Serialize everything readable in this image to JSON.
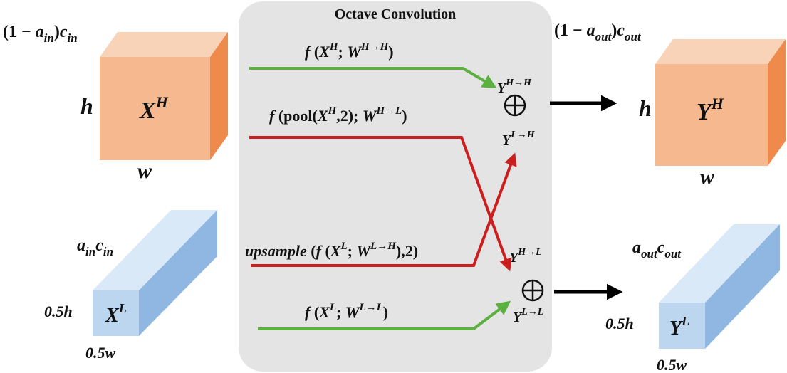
{
  "title": "Octave Convolution",
  "colors": {
    "panel": "#e4e4e4",
    "high_front": "#f6b98f",
    "high_top": "#f8d3b8",
    "high_side": "#ee8a4c",
    "low_front": "#bcd6ef",
    "low_top": "#dae9f8",
    "low_side": "#8fb7e1",
    "green": "#5cb040",
    "red": "#cc1e1e",
    "black": "#000000"
  },
  "input": {
    "high": {
      "channels": {
        "prefix": "(1 − ",
        "a": "a",
        "a_sub": "in",
        "mid": ")",
        "c": "c",
        "c_sub": "in"
      },
      "tensor": "X",
      "tensor_sup": "H",
      "height": "h",
      "width": "w"
    },
    "low": {
      "channels": {
        "a": "a",
        "a_sub": "in",
        "c": "c",
        "c_sub": "in"
      },
      "tensor": "X",
      "tensor_sup": "L",
      "height": "0.5h",
      "width": "0.5w"
    }
  },
  "output": {
    "high": {
      "channels": {
        "prefix": "(1 − ",
        "a": "a",
        "a_sub": "out",
        "mid": ")",
        "c": "c",
        "c_sub": "out"
      },
      "tensor": "Y",
      "tensor_sup": "H",
      "height": "h",
      "width": "w"
    },
    "low": {
      "channels": {
        "a": "a",
        "a_sub": "out",
        "c": "c",
        "c_sub": "out"
      },
      "tensor": "Y",
      "tensor_sup": "L",
      "height": "0.5h",
      "width": "0.5w"
    }
  },
  "paths": {
    "hh": {
      "f": "f",
      "open": " (",
      "x": "X",
      "x_sup": "H",
      "sep": "; ",
      "w": "W",
      "w_sup": "H→H",
      "close": ")"
    },
    "hl": {
      "f": "f",
      "open": " (",
      "pool": "pool(",
      "x": "X",
      "x_sup": "H",
      "arg": ",2); ",
      "w": "W",
      "w_sup": "H→L",
      "close": ")"
    },
    "lh": {
      "upsample": "upsample",
      "open": " (",
      "f": "f",
      "open2": " (",
      "x": "X",
      "x_sup": "L",
      "sep": "; ",
      "w": "W",
      "w_sup": "L→H",
      "close": "),2)"
    },
    "ll": {
      "f": "f",
      "open": " (",
      "x": "X",
      "x_sup": "L",
      "sep": "; ",
      "w": "W",
      "w_sup": "L→L",
      "close": ")"
    }
  },
  "sums": {
    "hh": {
      "y": "Y",
      "sup": "H→H"
    },
    "lh": {
      "y": "Y",
      "sup": "L→H"
    },
    "hl": {
      "y": "Y",
      "sup": "H→L"
    },
    "ll": {
      "y": "Y",
      "sup": "L→L"
    }
  }
}
